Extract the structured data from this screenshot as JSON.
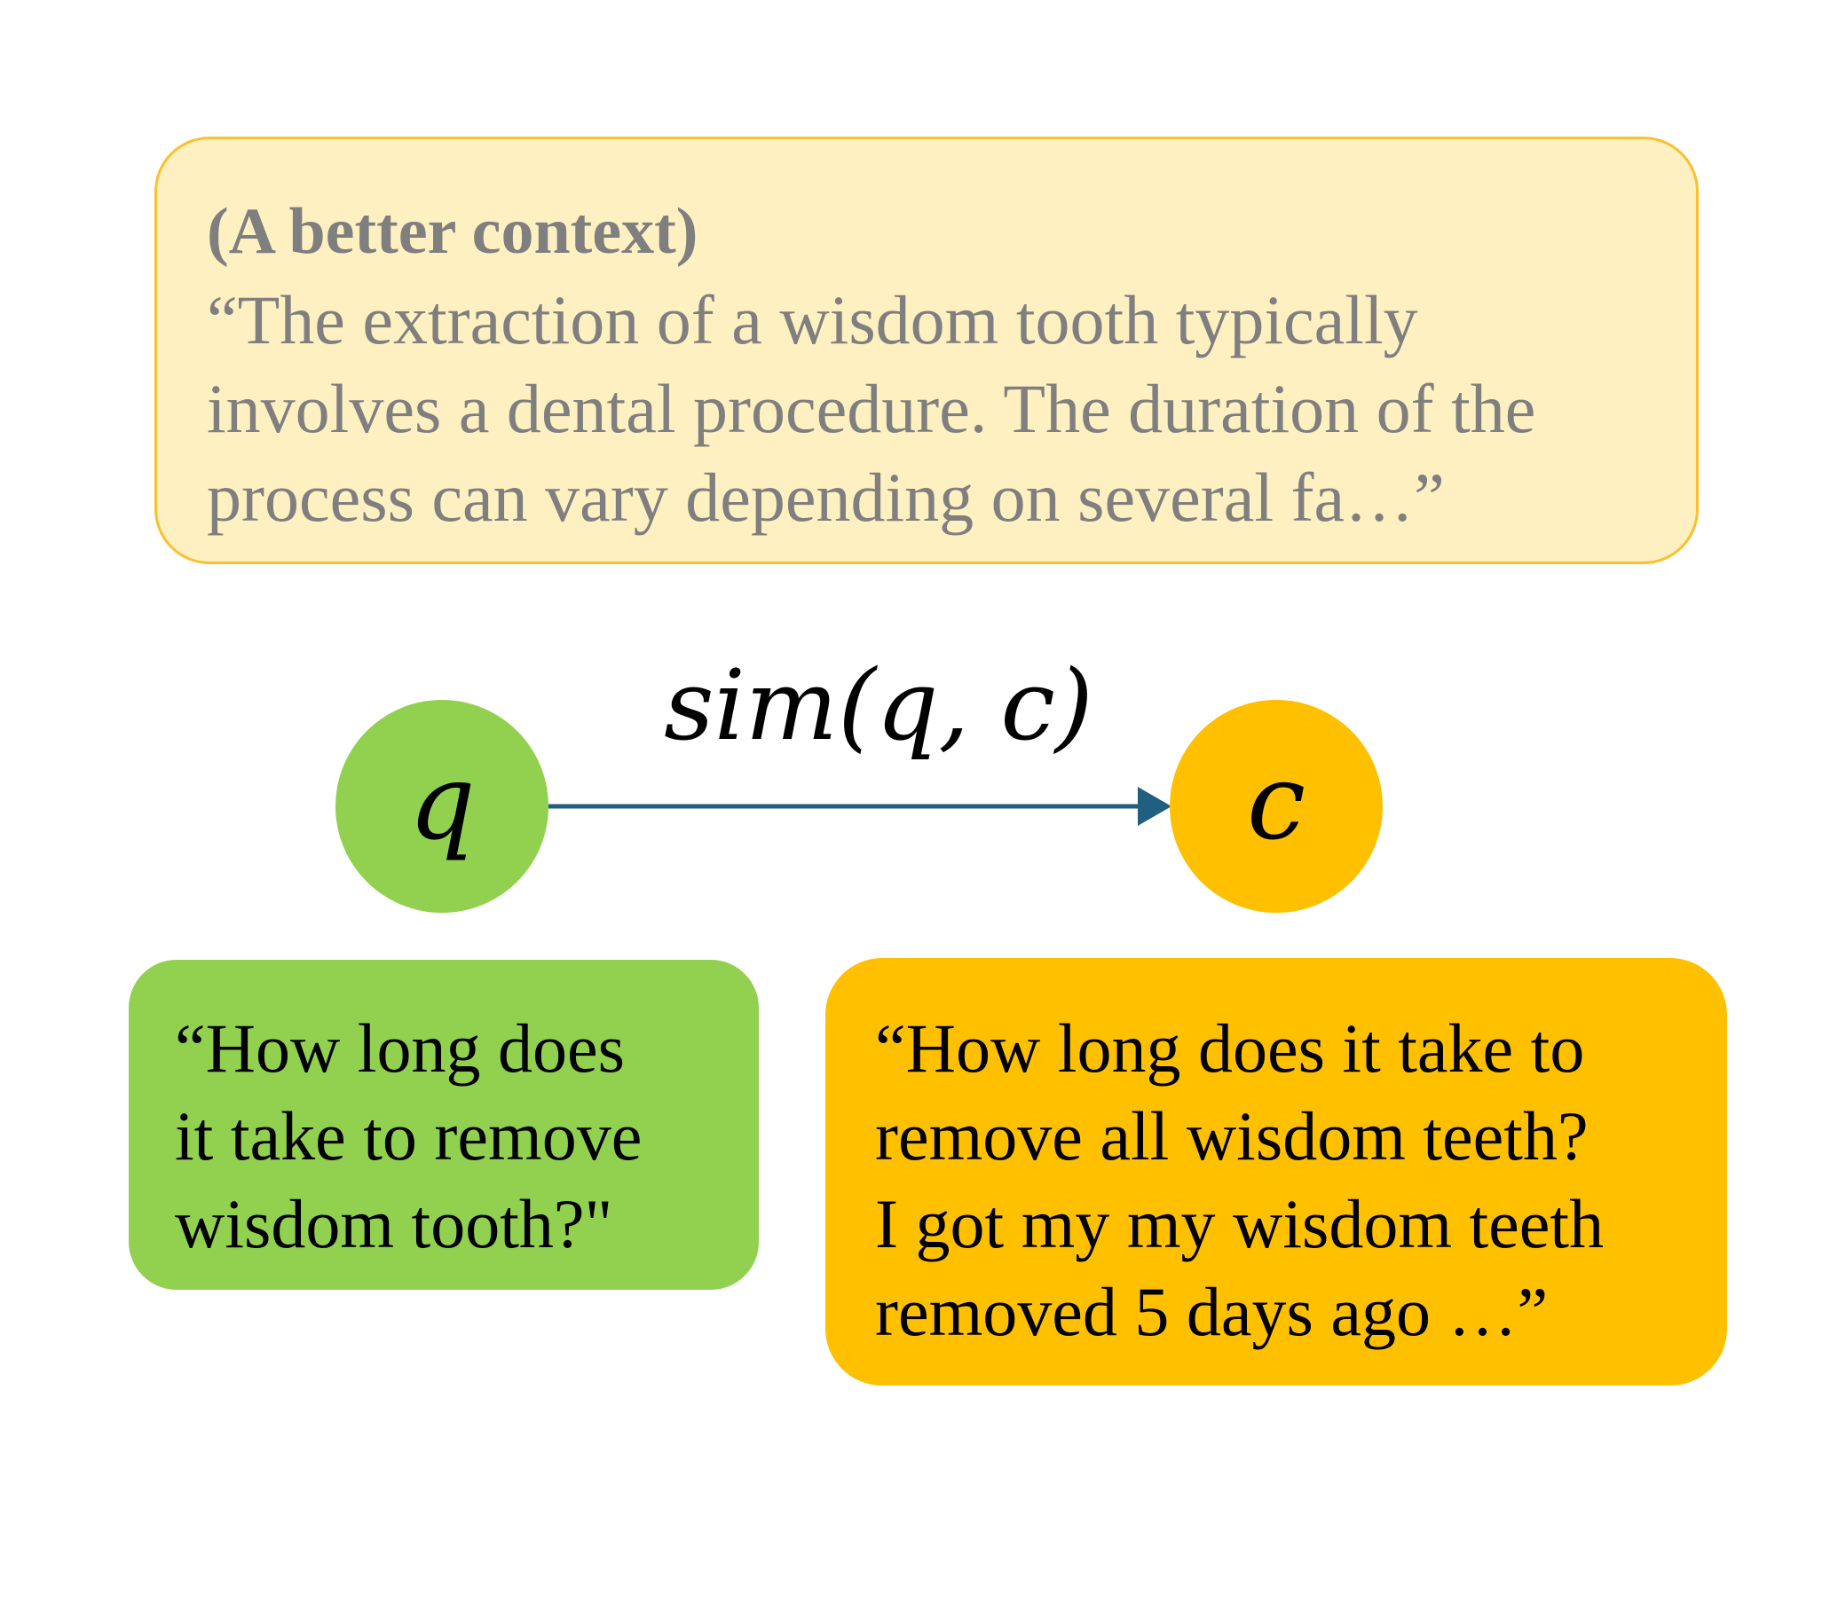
{
  "context_box": {
    "title": "(A better context)",
    "lines": [
      "“The extraction of a wisdom tooth typically",
      "involves a dental procedure. The duration of the",
      "process can vary depending on several fa…”"
    ]
  },
  "edge": {
    "label": "sim(q, c)"
  },
  "nodes": {
    "q": {
      "label": "q",
      "color": "#92d050"
    },
    "c": {
      "label": "c",
      "color": "#ffc000"
    }
  },
  "query_box": {
    "lines": [
      "“How long does",
      "it take to remove",
      "wisdom tooth?\""
    ]
  },
  "candidate_box": {
    "lines": [
      "“How long does it take to",
      "remove all wisdom teeth?",
      "I got my my wisdom teeth",
      "removed 5 days ago …”"
    ]
  },
  "colors": {
    "arrow": "#1f5f7f",
    "context_fill": "#fff0c2",
    "context_border": "#fbc02d"
  }
}
